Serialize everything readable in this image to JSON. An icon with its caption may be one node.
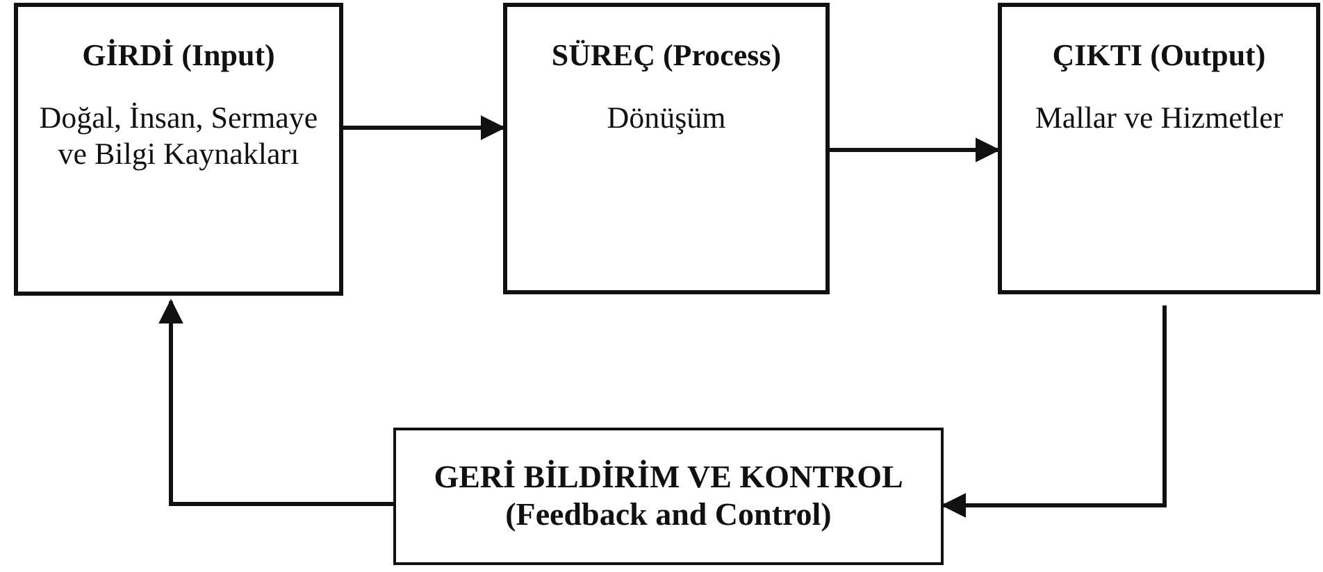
{
  "diagram": {
    "nodes": [
      {
        "text": [
          "GİRDİ (Input)",
          "Doğal, İnsan, Sermaye ve Bilgi Kaynakları"
        ]
      },
      {
        "text": [
          "SÜREÇ (Process)",
          "Dönüşüm"
        ]
      },
      {
        "text": [
          "ÇIKTI (Output)",
          "Mallar ve Hizmetler"
        ]
      },
      {
        "text": [
          "GERİ BİLDİRİM VE KONTROL",
          "(Feedback and Control)"
        ]
      }
    ],
    "edges": [
      {
        "from": 0,
        "to": 1,
        "arrow": "to"
      },
      {
        "from": 1,
        "to": 2,
        "arrow": "to"
      },
      {
        "from": 2,
        "to": 3,
        "arrow": "to"
      },
      {
        "from": 3,
        "to": 0,
        "arrow": "to"
      }
    ]
  }
}
